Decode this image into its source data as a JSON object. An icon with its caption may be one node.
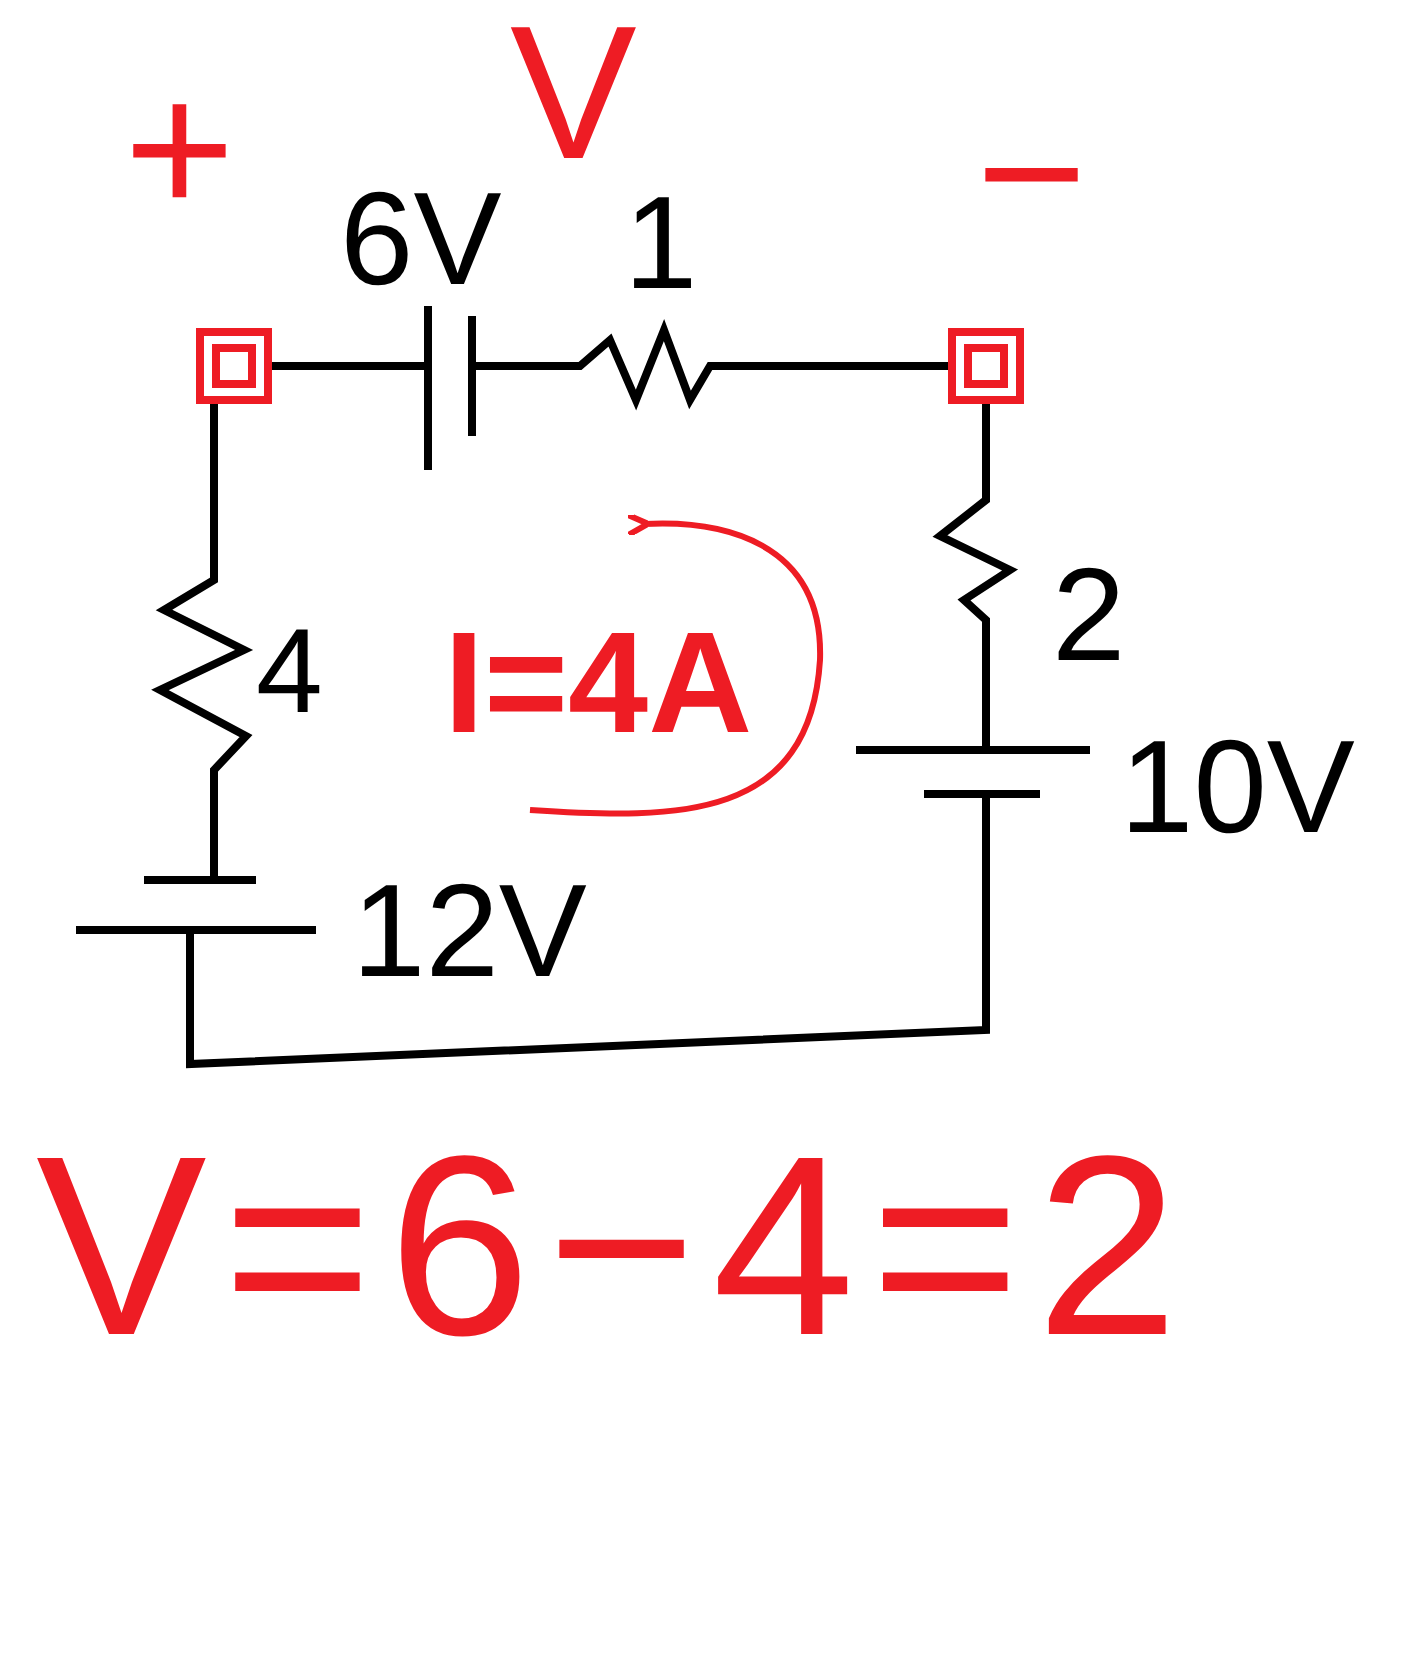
{
  "diagram": {
    "labels": [
      "+",
      "V",
      "−",
      "6V",
      "1",
      "2",
      "4",
      "I=4A",
      "10V",
      "12V",
      "V=6−4=2"
    ]
  }
}
